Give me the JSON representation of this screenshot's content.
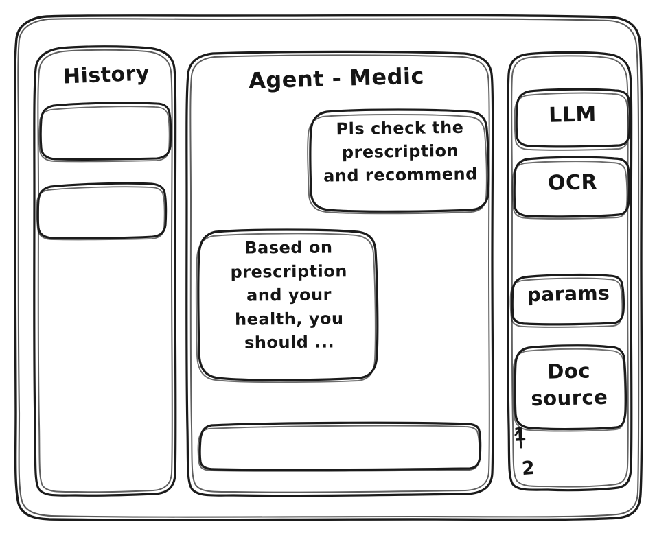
{
  "meta": {
    "style": "hand-drawn wireframe sketch",
    "stroke_color": "#1b1b1b",
    "background_color": "#ffffff"
  },
  "window": {
    "name": "app-window-frame"
  },
  "sidebar_left": {
    "title": "History",
    "items": [
      {
        "label": "",
        "name": "history-item-1"
      },
      {
        "label": "",
        "name": "history-item-2"
      }
    ]
  },
  "main": {
    "title": "Agent - Medic",
    "messages": [
      {
        "role": "user",
        "text": "Pls check the\nprescription\nand recommend"
      },
      {
        "role": "agent",
        "text": "Based on\nprescription\nand your\nhealth, you\nshould ..."
      }
    ],
    "composer": {
      "value": "",
      "placeholder": ""
    }
  },
  "sidebar_right": {
    "tools": [
      {
        "label": "LLM",
        "name": "tool-card-llm"
      },
      {
        "label": "OCR",
        "name": "tool-card-ocr"
      },
      {
        "label": "params",
        "name": "tool-card-params"
      },
      {
        "label": "Doc\nsource",
        "name": "tool-card-doc-source"
      }
    ],
    "doc_sources": [
      {
        "label": "1"
      },
      {
        "label": "2"
      }
    ]
  }
}
